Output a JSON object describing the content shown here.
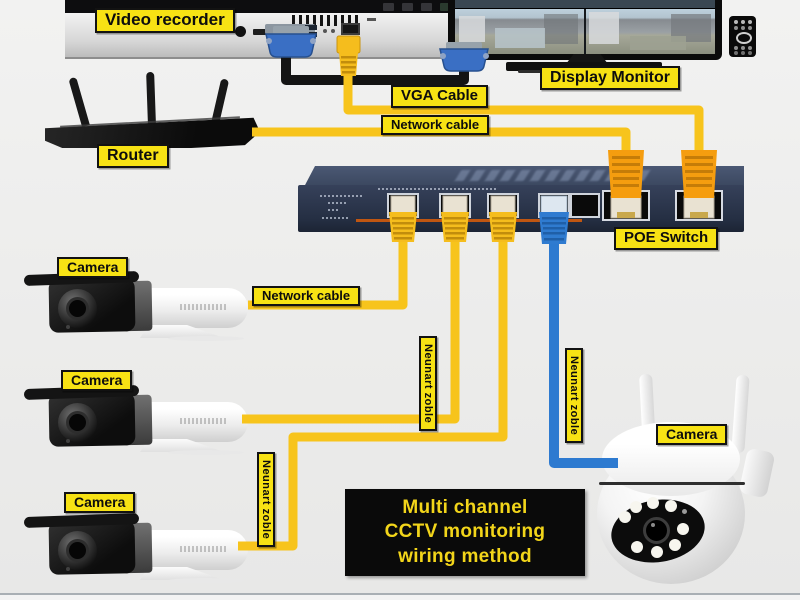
{
  "title": {
    "lines": [
      "Multi channel",
      "CCTV monitoring",
      "wiring method"
    ]
  },
  "labels": {
    "video_recorder": "Video recorder",
    "vga_cable": "VGA Cable",
    "network_cable_top": "Network cable",
    "display_monitor": "Display Monitor",
    "router": "Router",
    "poe_switch": "POE Switch",
    "camera_1": "Camera",
    "camera_2": "Camera",
    "camera_3": "Camera",
    "camera_4": "Camera",
    "network_cable_cameras": "Network cable",
    "cable_tag_1": "Neunart zoble",
    "cable_tag_2": "Neunart zoble",
    "cable_tag_3": "Neunart zoble"
  },
  "colors": {
    "label_bg": "#f7e214",
    "label_text": "#0d0d0d",
    "cable_yellow": "#f7c41c",
    "cable_blue": "#2d7ad0",
    "vga_cable_black": "#141414",
    "switch_body": "#303b52",
    "title_bg": "#0a0a0a",
    "title_text": "#f2d51a"
  }
}
